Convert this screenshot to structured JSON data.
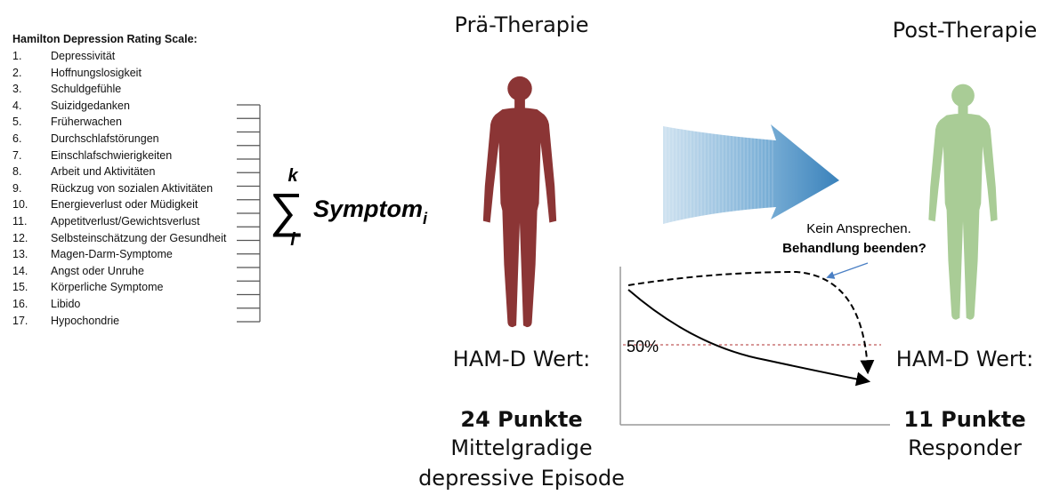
{
  "scale": {
    "title": "Hamilton Depression Rating Scale:",
    "items": [
      {
        "num": "1.",
        "text": "Depressivität"
      },
      {
        "num": "2.",
        "text": "Hoffnungslosigkeit"
      },
      {
        "num": "3.",
        "text": "Schuldgefühle"
      },
      {
        "num": "4.",
        "text": "Suizidgedanken"
      },
      {
        "num": "5.",
        "text": "Früherwachen"
      },
      {
        "num": "6.",
        "text": "Durchschlafstörungen"
      },
      {
        "num": "7.",
        "text": "Einschlafschwierigkeiten"
      },
      {
        "num": "8.",
        "text": "Arbeit und Aktivitäten"
      },
      {
        "num": "9.",
        "text": "Rückzug von sozialen Aktivitäten"
      },
      {
        "num": "10.",
        "text": "Energieverlust oder Müdigkeit"
      },
      {
        "num": "11.",
        "text": "Appetitverlust/Gewichtsverlust"
      },
      {
        "num": "12.",
        "text": "Selbsteinschätzung der Gesundheit"
      },
      {
        "num": "13.",
        "text": "Magen-Darm-Symptome"
      },
      {
        "num": "14.",
        "text": "Angst oder Unruhe"
      },
      {
        "num": "15.",
        "text": "Körperliche Symptome"
      },
      {
        "num": "16.",
        "text": "Libido"
      },
      {
        "num": "17.",
        "text": "Hypochondrie"
      }
    ]
  },
  "formula": {
    "upper": "k",
    "lower": "i",
    "term": "Symptom",
    "subscript": "i"
  },
  "pre": {
    "heading": "Prä-Therapie",
    "score_label": "HAM-D Wert:",
    "score": "24 Punkte",
    "diagnosis_line1": "Mittelgradige",
    "diagnosis_line2": "depressive Episode",
    "figure_color": "#8b3535"
  },
  "post": {
    "heading": "Post-Therapie",
    "score_label": "HAM-D Wert:",
    "score": "11 Punkte",
    "result": "Responder",
    "figure_color": "#a9cc96"
  },
  "arrow_color": "#4a90c4",
  "callout": {
    "line1": "Kein Ansprechen.",
    "line2": "Behandlung beenden?"
  },
  "graph": {
    "threshold_label": "50%",
    "threshold_color": "#b03030"
  }
}
